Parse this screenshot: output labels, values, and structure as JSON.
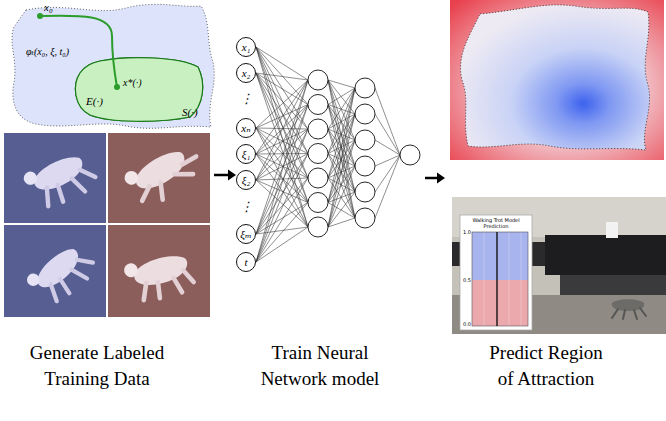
{
  "diagram": {
    "nodes": [
      {
        "text": [
          "S(·)"
        ]
      },
      {
        "text": [
          "E(·)"
        ],
        "in": 0
      },
      {
        "text": [
          "x₁"
        ]
      },
      {
        "text": [
          "x₂"
        ]
      },
      {
        "text": [
          "xₙ"
        ]
      },
      {
        "text": [
          "ξ₁"
        ]
      },
      {
        "text": [
          "ξ₂"
        ]
      },
      {
        "text": [
          "ξₘ"
        ]
      },
      {
        "text": [
          "t"
        ]
      }
    ],
    "labels": [
      "x₀",
      "φₜ(x₀, ξ, t₀)",
      "x*(·)",
      "⋮",
      "⋮",
      "Walking Trot Model Prediction",
      "1.0",
      "0.5",
      "0.0",
      "Generate Labeled Training Data",
      "Train Neural Network model",
      "Predict Region of Attraction"
    ]
  }
}
